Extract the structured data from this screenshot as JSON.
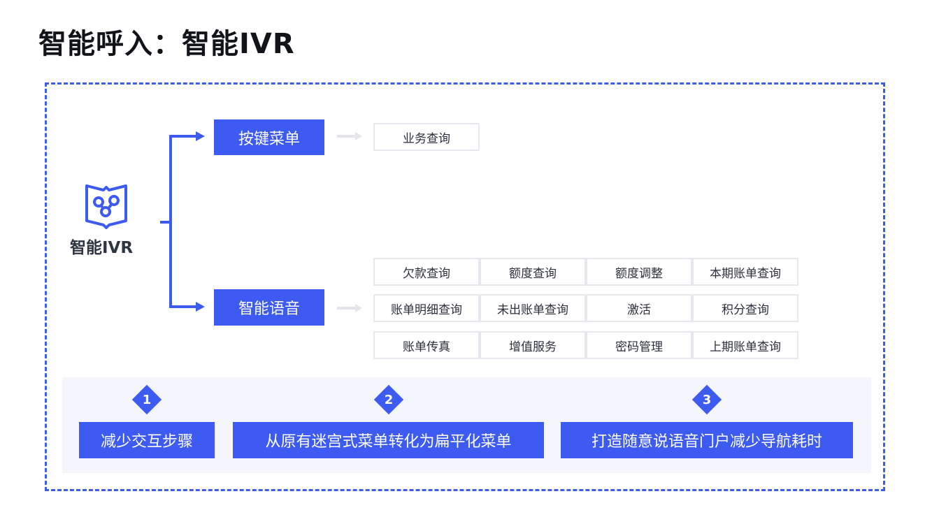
{
  "title": "智能呼入：智能IVR",
  "colors": {
    "accent": "#3d5bf0",
    "frame_border": "#3f5ee8",
    "panel_bg": "#f4f6fb",
    "item_border": "#e6e8ee"
  },
  "root": {
    "label": "智能IVR",
    "icon": "ivr-flow-icon"
  },
  "branches": [
    {
      "label": "按键菜单",
      "items": [
        "业务查询"
      ]
    },
    {
      "label": "智能语音",
      "items": [
        "欠款查询",
        "额度查询",
        "额度调整",
        "本期账单查询",
        "账单明细查询",
        "未出账单查询",
        "激活",
        "积分查询",
        "账单传真",
        "增值服务",
        "密码管理",
        "上期账单查询"
      ]
    }
  ],
  "benefits": [
    {
      "num": "1",
      "text": "减少交互步骤"
    },
    {
      "num": "2",
      "text": "从原有迷宫式菜单转化为扁平化菜单"
    },
    {
      "num": "3",
      "text": "打造随意说语音门户减少导航耗时"
    }
  ]
}
